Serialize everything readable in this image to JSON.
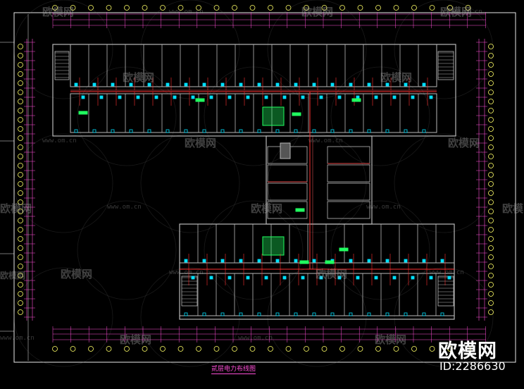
{
  "plan_title": "贰层电力布线图",
  "watermark": {
    "brand": "欧模网",
    "url": "www.om.cn",
    "id_label": "ID:2286630"
  },
  "colors": {
    "background": "#000000",
    "walls": "#b8b8b8",
    "grid_axis": "#ffff66",
    "dimension": "#ff4fd8",
    "power_line": "#ff3030",
    "switch": "#00e0ff",
    "panel": "#20ff60",
    "frame": "#e8e8e8"
  }
}
